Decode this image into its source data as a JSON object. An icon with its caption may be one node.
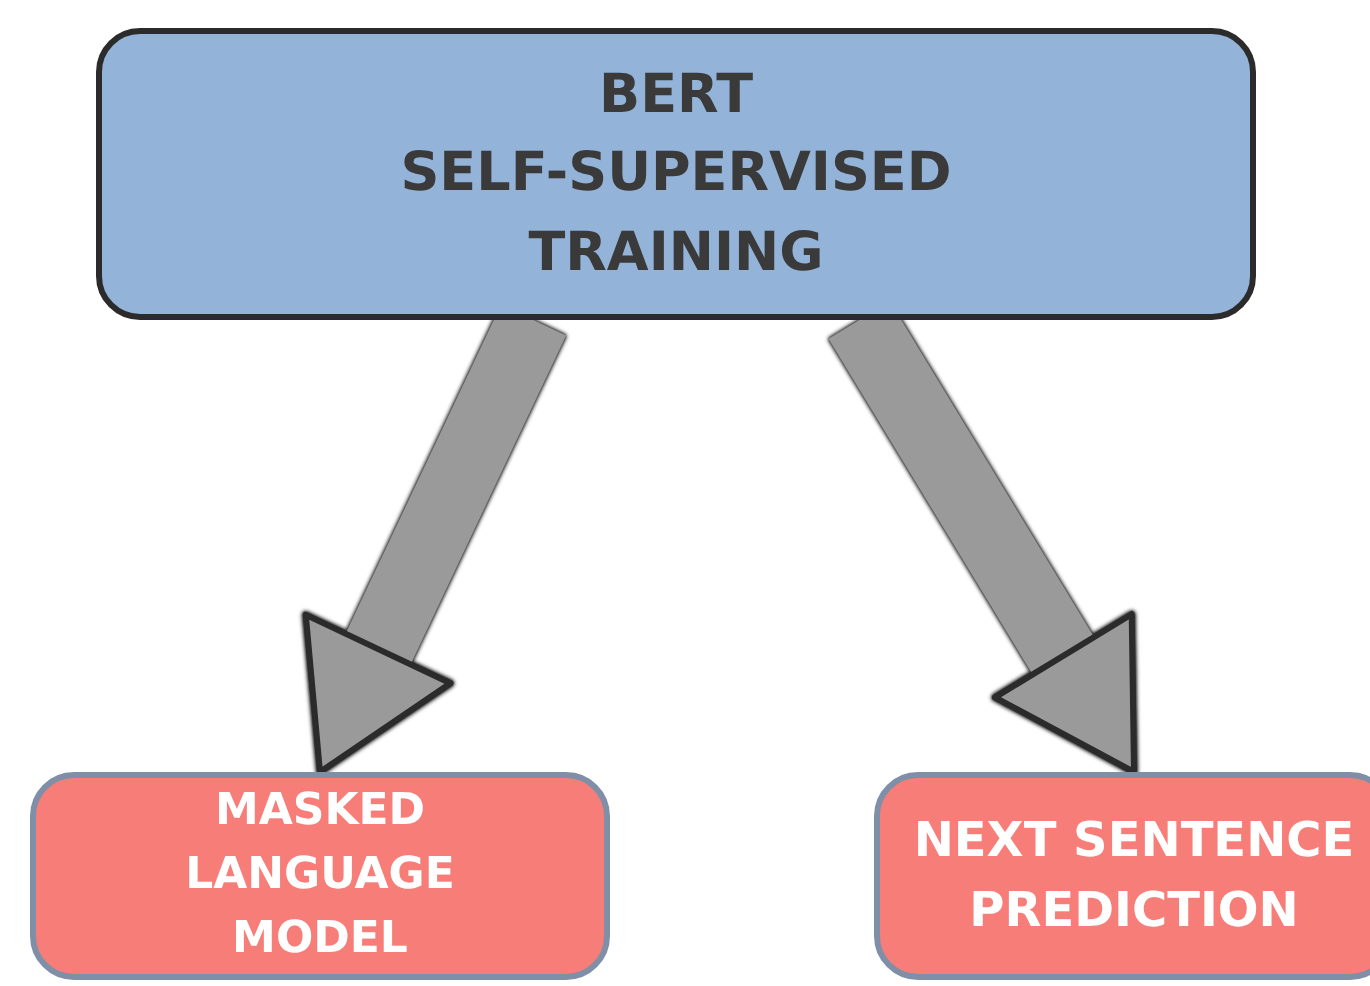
{
  "diagram": {
    "nodes": [
      {
        "text": [
          "BERT SELF-SUPERVISED TRAINING"
        ]
      },
      {
        "text": [
          "MASKED LANGUAGE MODEL"
        ]
      },
      {
        "text": [
          "NEXT SENTENCE PREDICTION"
        ]
      }
    ],
    "edges": [
      {
        "from": 0,
        "to": 1,
        "arrow": "to"
      },
      {
        "from": 0,
        "to": 2,
        "arrow": "to"
      }
    ]
  }
}
